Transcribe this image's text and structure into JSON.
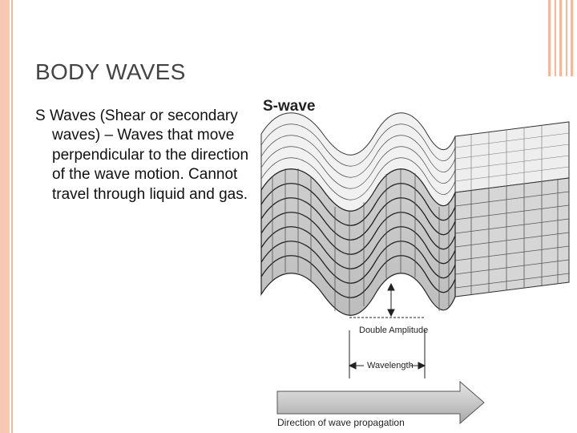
{
  "slide": {
    "title": "BODY WAVES",
    "body": "S Waves (Shear or secondary waves) – Waves that move perpendicular to the direction of the wave motion. Cannot travel through liquid and gas."
  },
  "figure": {
    "heading": "S-wave",
    "double_amplitude_label": "Double Amplitude",
    "wavelength_label": "Wavelength",
    "propagation_label": "Direction of wave propagation"
  },
  "colors": {
    "accent": "#f7c9b3",
    "title": "#444444",
    "text": "#111111"
  }
}
